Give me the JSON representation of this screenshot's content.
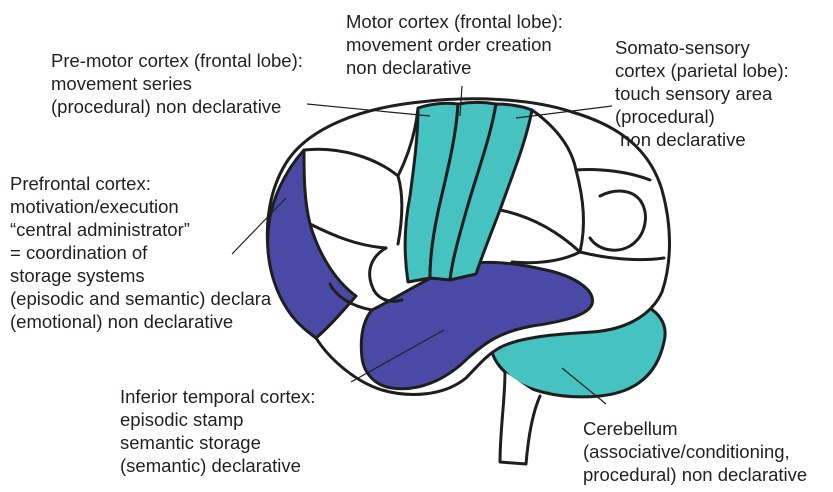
{
  "colors": {
    "dark_region": "#4a4aa6",
    "light_region": "#46c3c1",
    "outline": "#1e1e1e",
    "text": "#231f20"
  },
  "labels": {
    "motor_cortex": {
      "lines": [
        "Motor cortex (frontal lobe):",
        "movement order creation",
        "non declarative"
      ]
    },
    "premotor_cortex": {
      "lines": [
        "Pre-motor cortex (frontal lobe):",
        "movement series",
        "(procedural) non declarative"
      ]
    },
    "somatosensory_cortex": {
      "lines": [
        "Somato-sensory",
        "cortex (parietal lobe):",
        "touch sensory area",
        "(procedural)",
        " non declarative"
      ]
    },
    "prefrontal_cortex": {
      "lines": [
        "Prefrontal cortex:",
        "motivation/execution",
        "“central administrator”",
        "= coordination of",
        "storage systems",
        "(episodic and semantic) declara",
        "(emotional) non declarative"
      ]
    },
    "inferior_temporal_cortex": {
      "lines": [
        "Inferior temporal cortex:",
        "episodic stamp",
        "semantic storage",
        "(semantic) declarative"
      ]
    },
    "cerebellum": {
      "lines": [
        "Cerebellum",
        "(associative/conditioning,",
        "procedural) non declarative"
      ]
    }
  }
}
